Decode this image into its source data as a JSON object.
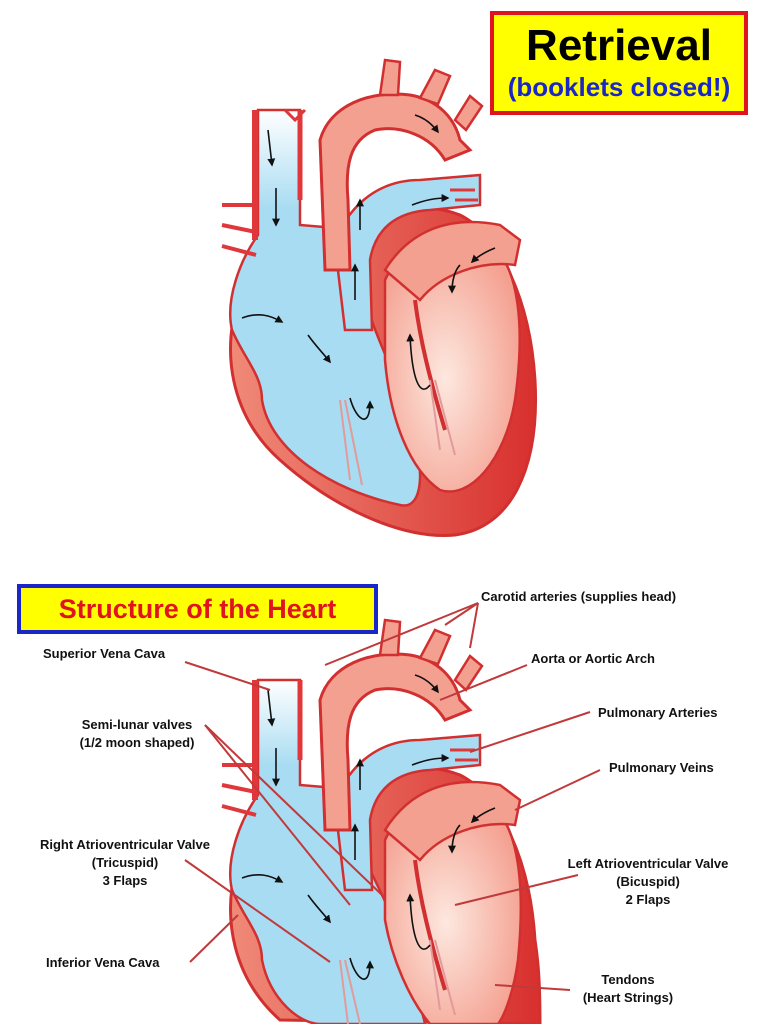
{
  "retrieval": {
    "title": "Retrieval",
    "subtitle": "(booklets closed!)"
  },
  "structure": {
    "title": "Structure of the Heart"
  },
  "labels": {
    "carotid": "Carotid arteries (supplies head)",
    "superior_vena_cava": "Superior Vena Cava",
    "aorta": "Aorta or Aortic Arch",
    "pulmonary_arteries": "Pulmonary Arteries",
    "semilunar_line1": "Semi-lunar valves",
    "semilunar_line2": "(1/2 moon shaped)",
    "pulmonary_veins": "Pulmonary Veins",
    "right_av_line1": "Right Atrioventricular Valve",
    "right_av_line2": "(Tricuspid)",
    "right_av_line3": "3 Flaps",
    "left_av_line1": "Left Atrioventricular Valve",
    "left_av_line2": "(Bicuspid)",
    "left_av_line3": "2 Flaps",
    "inferior_vena_cava": "Inferior Vena Cava",
    "tendons_line1": "Tendons",
    "tendons_line2": "(Heart Strings)"
  },
  "colors": {
    "deoxygenated_blue": "#a8dcf2",
    "oxygenated_pink": "#f4a090",
    "vessel_red": "#e0383a",
    "outline_red": "#d23030",
    "leader_line": "#c0393b",
    "retrieval_border": "#e0141e",
    "structure_border": "#1a26c8",
    "box_fill": "#ffff00"
  }
}
